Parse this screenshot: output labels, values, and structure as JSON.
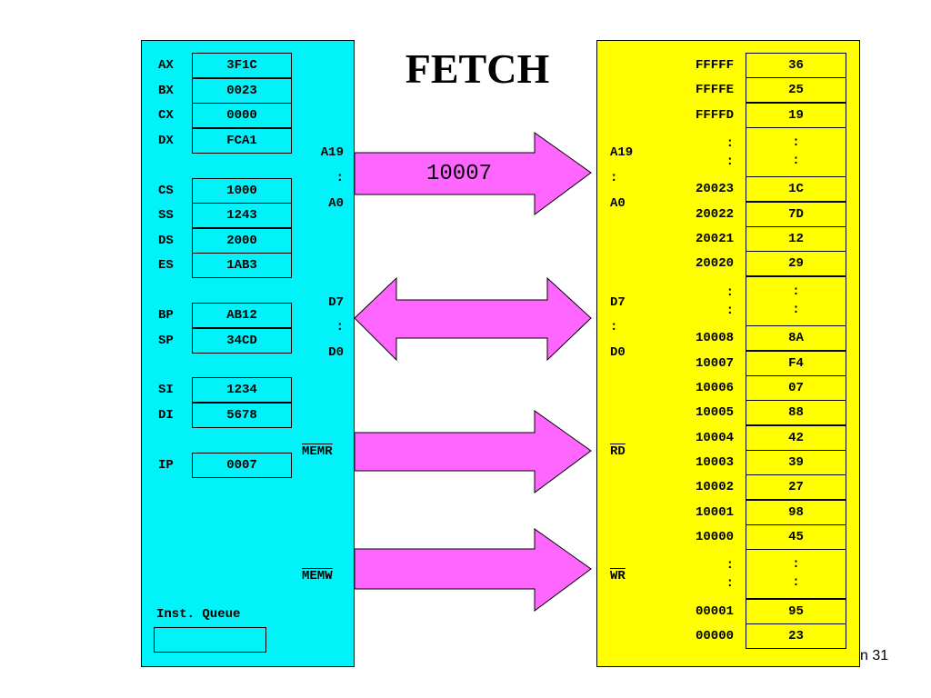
{
  "title": "FETCH",
  "cpu": {
    "registers": [
      {
        "name": "AX",
        "value": "3F1C"
      },
      {
        "name": "BX",
        "value": "0023"
      },
      {
        "name": "CX",
        "value": "0000"
      },
      {
        "name": "DX",
        "value": "FCA1"
      },
      {
        "name": "CS",
        "value": "1000"
      },
      {
        "name": "SS",
        "value": "1243"
      },
      {
        "name": "DS",
        "value": "2000"
      },
      {
        "name": "ES",
        "value": "1AB3"
      },
      {
        "name": "BP",
        "value": "AB12"
      },
      {
        "name": "SP",
        "value": "34CD"
      },
      {
        "name": "SI",
        "value": "1234"
      },
      {
        "name": "DI",
        "value": "5678"
      },
      {
        "name": "IP",
        "value": "0007"
      }
    ],
    "address_bus": {
      "top": "A19",
      "mid": ":",
      "bottom": "A0"
    },
    "data_bus": {
      "top": "D7",
      "mid": ":",
      "bottom": "D0"
    },
    "memr": "MEMR",
    "memw": "MEMW",
    "inst_queue_label": "Inst. Queue"
  },
  "address_value": "10007",
  "memory": {
    "address_bus": {
      "top": "A19",
      "mid": ":",
      "bottom": "A0"
    },
    "data_bus": {
      "top": "D7",
      "mid": ":",
      "bottom": "D0"
    },
    "rd": "RD",
    "wr": "WR",
    "rows": [
      {
        "addr": "FFFFF",
        "data": "36"
      },
      {
        "addr": "FFFFE",
        "data": "25"
      },
      {
        "addr": "FFFFD",
        "data": "19"
      },
      {
        "addr": ":\n:",
        "data": ":\n:",
        "tall": true
      },
      {
        "addr": "20023",
        "data": "1C"
      },
      {
        "addr": "20022",
        "data": "7D"
      },
      {
        "addr": "20021",
        "data": "12"
      },
      {
        "addr": "20020",
        "data": "29"
      },
      {
        "addr": ":\n:",
        "data": ":\n:",
        "tall": true
      },
      {
        "addr": "10008",
        "data": "8A"
      },
      {
        "addr": "10007",
        "data": "F4"
      },
      {
        "addr": "10006",
        "data": "07"
      },
      {
        "addr": "10005",
        "data": "88"
      },
      {
        "addr": "10004",
        "data": "42"
      },
      {
        "addr": "10003",
        "data": "39"
      },
      {
        "addr": "10002",
        "data": "27"
      },
      {
        "addr": "10001",
        "data": "98"
      },
      {
        "addr": "10000",
        "data": "45"
      },
      {
        "addr": ":\n:",
        "data": ":\n:",
        "tall": true
      },
      {
        "addr": "00001",
        "data": "95"
      },
      {
        "addr": "00000",
        "data": "23"
      }
    ]
  },
  "footer": "n 31",
  "colors": {
    "cpu_bg": "#00f3f8",
    "mem_bg": "#ffff00",
    "arrow": "#ff66ff"
  }
}
